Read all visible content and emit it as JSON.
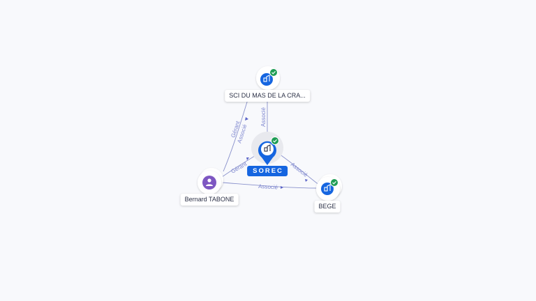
{
  "nodes": {
    "center": {
      "label": "SOREC",
      "type": "company",
      "verified": true
    },
    "top": {
      "label": "SCI DU MAS DE LA CRA...",
      "type": "company",
      "verified": true
    },
    "person": {
      "label": "Bernard TABONE",
      "type": "person"
    },
    "right": {
      "label": "BEGE",
      "type": "company",
      "verified": true
    }
  },
  "edges": {
    "person_top_gerant": "Gérant",
    "person_top_associe": "Associé",
    "center_top_associe": "Associé",
    "person_center_gerant": "Gérant",
    "center_right_associe": "Associé",
    "person_right_associe": "Associé"
  },
  "colors": {
    "company_blue": "#1565e0",
    "person_purple": "#7e57c2",
    "verified_green": "#1f9d55",
    "edge_line": "#7f88c8",
    "background": "#f8f9fc"
  },
  "icons": {
    "company": "building-icon",
    "person": "person-icon",
    "verified": "check-badge-icon"
  }
}
